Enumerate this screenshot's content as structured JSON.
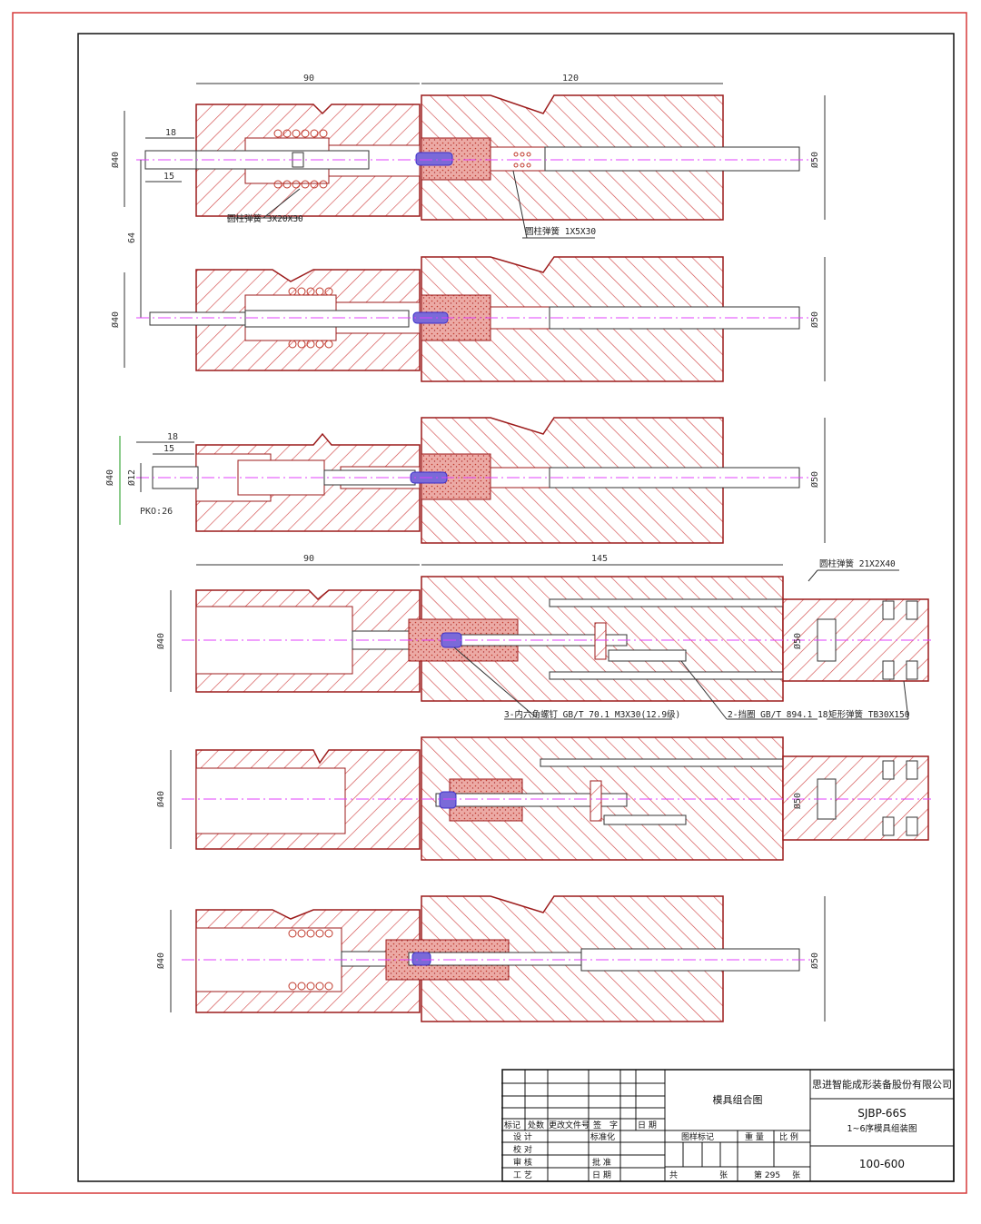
{
  "dimensions": {
    "len_90_top": "90",
    "len_120": "120",
    "len_18_a": "18",
    "len_15_a": "15",
    "dia_40_a": "Ø40",
    "dia_50_a": "Ø50",
    "len_64": "64",
    "dia_40_b": "Ø40",
    "dia_50_b": "Ø50",
    "len_18_c": "18",
    "len_15_c": "15",
    "dia_40_c": "Ø40",
    "dia_12_c": "Ø12",
    "pko": "PKO:26",
    "dia_50_c": "Ø50",
    "len_90_mid": "90",
    "len_145": "145",
    "dia_40_d": "Ø40",
    "dia_50_d": "Ø50",
    "dia_40_e": "Ø40",
    "dia_50_e": "Ø50",
    "dia_40_f": "Ø40",
    "dia_50_f": "Ø50"
  },
  "callouts": {
    "spring_3x20x30": "圆柱弹簧 3X20X30",
    "spring_1x5x30": "圆柱弹簧 1X5X30",
    "spring_21x2x40": "圆柱弹簧 21X2X40",
    "screw": "3-内六角螺钉 GB/T 70.1 M3X30(12.9级)",
    "retainer": "2-挡圈 GB/T 894.1 18",
    "rect_spring": "矩形弹簧 TB30X150"
  },
  "title_block": {
    "title": "模具组合图",
    "company": "思进智能成形装备股份有限公司",
    "model": "SJBP-66S",
    "subtitle": "1~6序模具组装图",
    "drawing_no": "100-600",
    "mark": "标记",
    "count": "处数",
    "change_doc": "更改文件号",
    "signature": "签　字",
    "date": "日  期",
    "design": "设  计",
    "check": "校  对",
    "review": "审  核",
    "process": "工  艺",
    "standard": "标准化",
    "approve": "批  准",
    "date2": "日  期",
    "sample_mark": "图样标记",
    "weight": "重  量",
    "scale": "比  例",
    "total": "共",
    "sheet_unit": "张",
    "sheet_no": "第 295",
    "sheet_unit2": "张"
  },
  "colors": {
    "outline": "#9c1b1b",
    "hatch": "#d34a4a",
    "centerline": "#e040fb",
    "dimension": "#3a3a3a",
    "insert": "#e9a9a4",
    "punch": "#3b2fc9",
    "border": "#d63a3a"
  }
}
